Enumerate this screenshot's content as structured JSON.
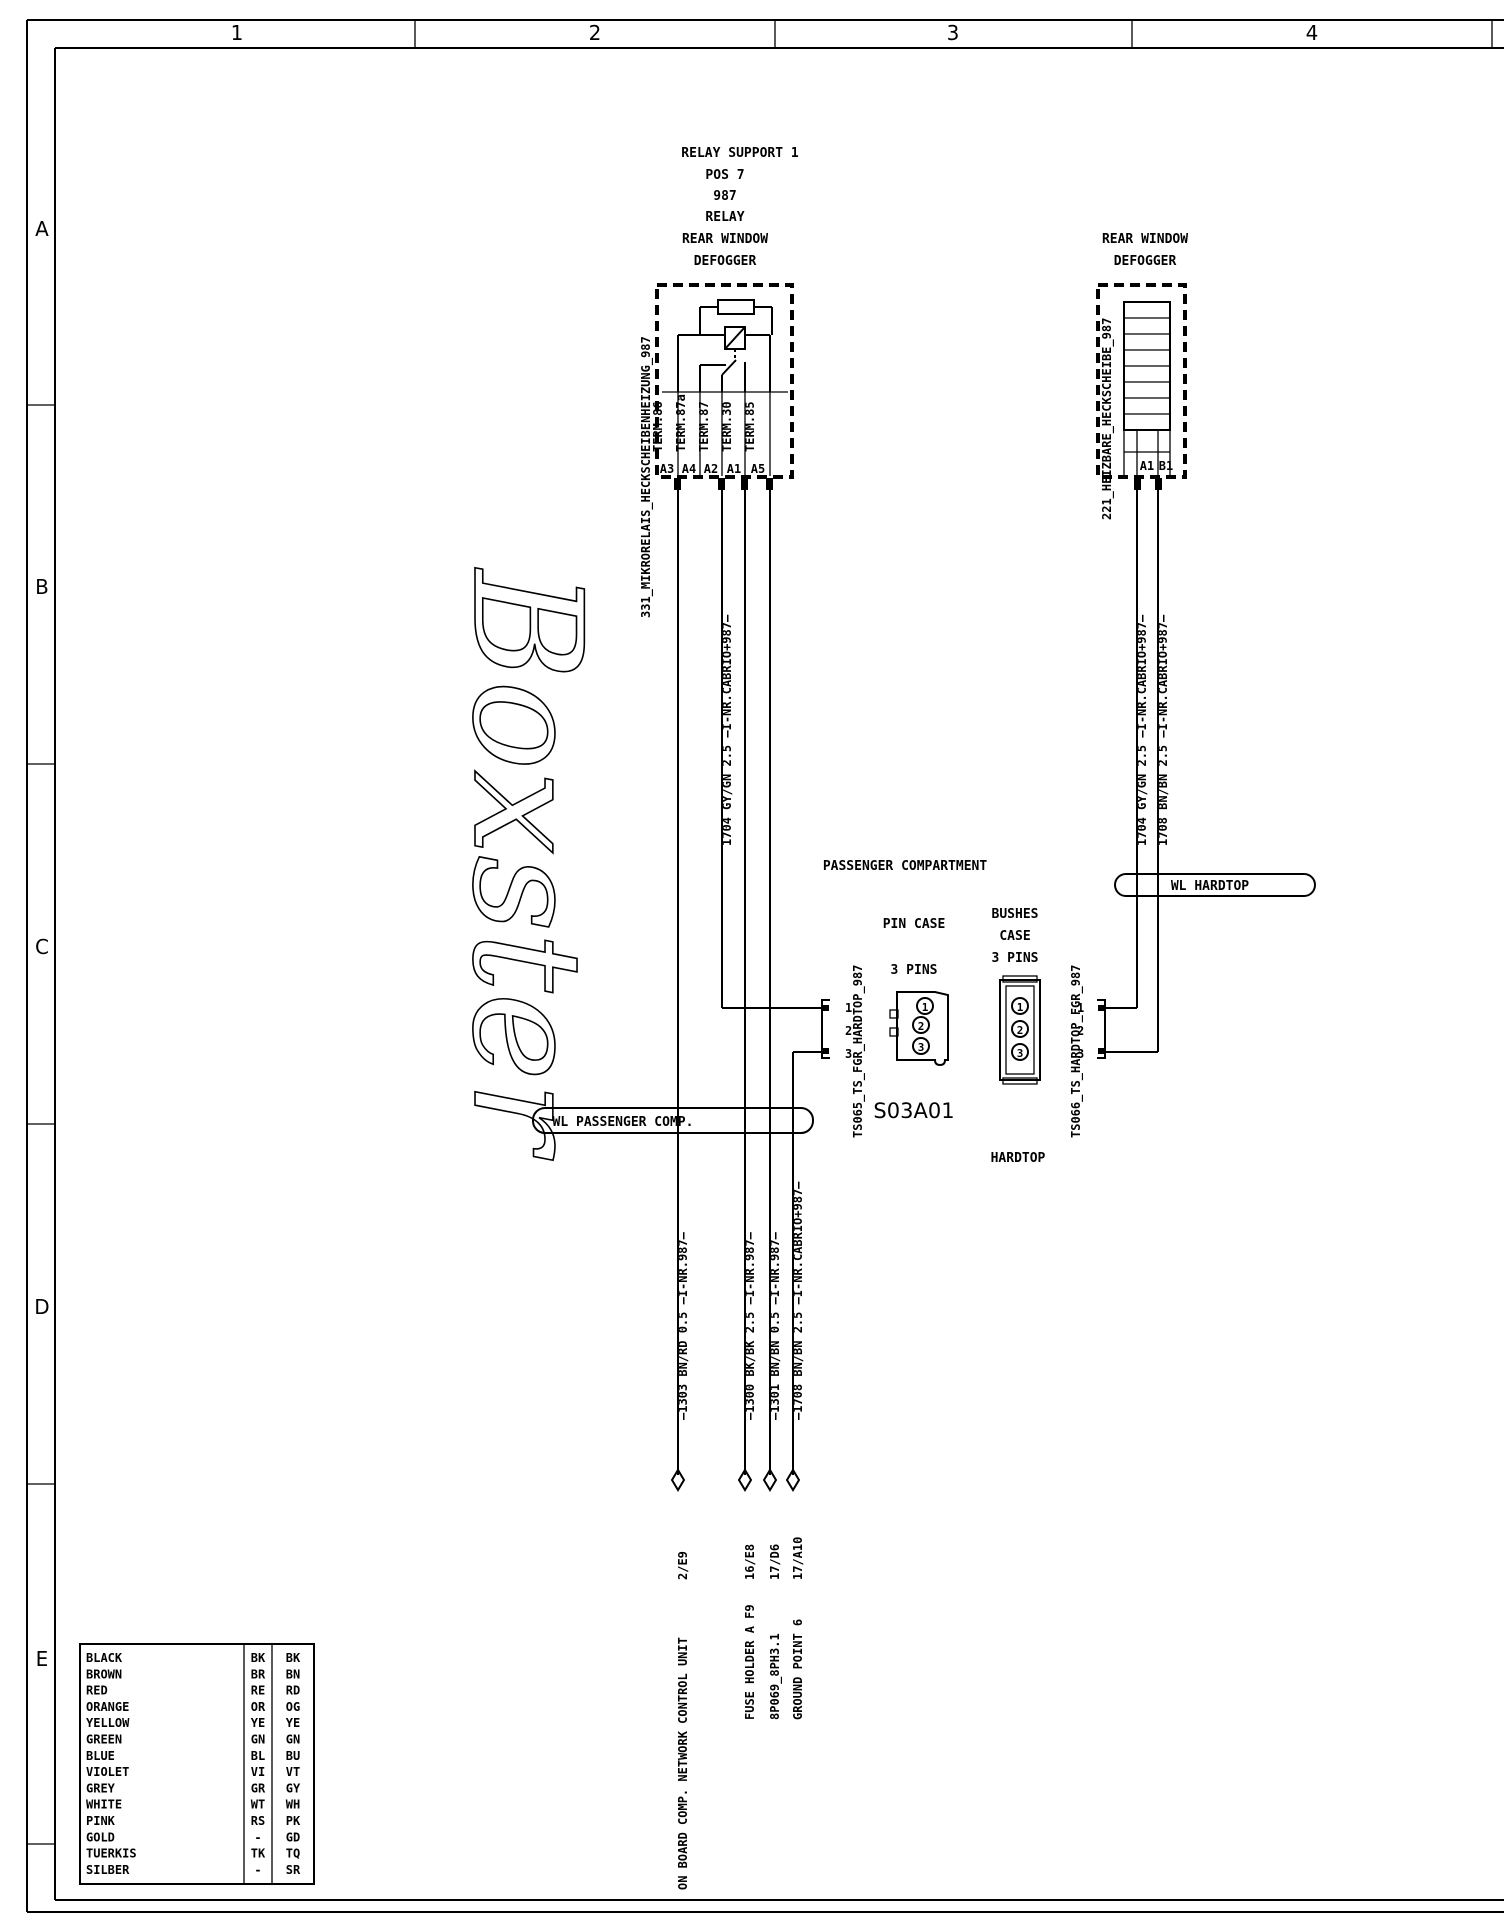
{
  "grid": {
    "columns": [
      "1",
      "2",
      "3",
      "4"
    ],
    "rows": [
      "A",
      "B",
      "C",
      "D",
      "E"
    ]
  },
  "logo_text": "Boxster",
  "relay": {
    "title_lines": [
      "RELAY SUPPORT 1",
      "POS 7",
      "987",
      "RELAY",
      "REAR WINDOW",
      "DEFOGGER"
    ],
    "component_id": "331_MIKRORELAIS_HECKSCHEIBENHEIZUNG_987",
    "terminals": [
      {
        "term": "TERM.86",
        "pin": "A3"
      },
      {
        "term": "TERM.87a",
        "pin": "A4"
      },
      {
        "term": "TERM.87",
        "pin": "A2"
      },
      {
        "term": "TERM.30",
        "pin": "A1"
      },
      {
        "term": "TERM.85",
        "pin": "A5"
      }
    ]
  },
  "defogger": {
    "title_lines": [
      "REAR WINDOW",
      "DEFOGGER"
    ],
    "component_id": "221_HEIZBARE_HECKSCHEIBE_987",
    "pins": [
      "A1",
      "B1"
    ]
  },
  "upper_wires": {
    "relay_a2": "1704 GY/GN 2.5 —I-NR.CABRIO+987—",
    "defog_a1": "1704 GY/GN 2.5 —I-NR.CABRIO+987—",
    "defog_b1": "1708 BN/BN 2.5 —I-NR.CABRIO+987—"
  },
  "passenger_compartment": "PASSENGER COMPARTMENT",
  "pin_case": {
    "title": "PIN CASE",
    "pins_label": "3 PINS",
    "code": "S03A01",
    "connector_id": "TS065_TS_FGR_HARDTOP_987",
    "pin_numbers": [
      "1",
      "2",
      "3"
    ]
  },
  "bushes_case": {
    "title_lines": [
      "BUSHES",
      "CASE",
      "3 PINS"
    ],
    "label": "HARDTOP",
    "connector_id": "TS066_TS_HARDTOP_FGR_987",
    "pin_numbers": [
      "1",
      "2",
      "3"
    ]
  },
  "bundles": {
    "hardtop": "WL HARDTOP",
    "passenger": "WL PASSENGER COMP."
  },
  "lower_wires": [
    {
      "wire": "—1303 BN/RD 0.5 —I-NR.987—",
      "ref": "2/E9",
      "dest": "ON BOARD COMP. NETWORK CONTROL UNIT"
    },
    {
      "wire": "—1300 BK/BK 2.5 —I-NR.987—",
      "ref": "16/E8",
      "dest": "FUSE HOLDER A F9"
    },
    {
      "wire": "—1301 BN/BN 0.5 —I-NR.987—",
      "ref": "17/D6",
      "dest": "8P069_8PH3.1"
    },
    {
      "wire": "—1708 BN/BN 2.5 —I-NR.CABRIO+987—",
      "ref": "17/A10",
      "dest": "GROUND POINT 6"
    }
  ],
  "color_legend": [
    {
      "name": "BLACK",
      "de": "BK",
      "en": "BK"
    },
    {
      "name": "BROWN",
      "de": "BR",
      "en": "BN"
    },
    {
      "name": "RED",
      "de": "RE",
      "en": "RD"
    },
    {
      "name": "ORANGE",
      "de": "OR",
      "en": "OG"
    },
    {
      "name": "YELLOW",
      "de": "YE",
      "en": "YE"
    },
    {
      "name": "GREEN",
      "de": "GN",
      "en": "GN"
    },
    {
      "name": "BLUE",
      "de": "BL",
      "en": "BU"
    },
    {
      "name": "VIOLET",
      "de": "VI",
      "en": "VT"
    },
    {
      "name": "GREY",
      "de": "GR",
      "en": "GY"
    },
    {
      "name": "WHITE",
      "de": "WT",
      "en": "WH"
    },
    {
      "name": "PINK",
      "de": "RS",
      "en": "PK"
    },
    {
      "name": "GOLD",
      "de": "-",
      "en": "GD"
    },
    {
      "name": "TUERKIS",
      "de": "TK",
      "en": "TQ"
    },
    {
      "name": "SILBER",
      "de": "-",
      "en": "SR"
    }
  ]
}
